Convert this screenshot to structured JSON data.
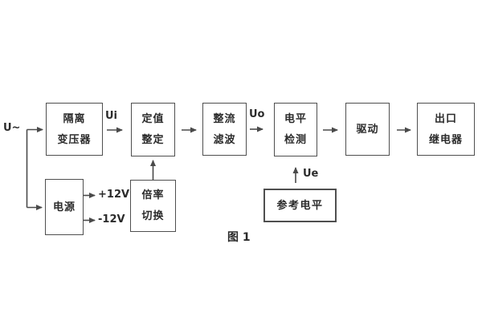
{
  "figure": {
    "caption": "图 1"
  },
  "labels": {
    "input": "U~",
    "ui": "Ui",
    "uo": "Uo",
    "ue": "Ue",
    "plus_12v": "+12V",
    "minus_12v": "-12V"
  },
  "blocks": {
    "isolation_transformer": {
      "line1": "隔离",
      "line2": "变压器"
    },
    "value_setting": {
      "line1": "定值",
      "line2": "整定"
    },
    "rectifier_filter": {
      "line1": "整流",
      "line2": "滤波"
    },
    "level_detection": {
      "line1": "电平",
      "line2": "检测"
    },
    "drive": {
      "label": "驱动"
    },
    "output_relay": {
      "line1": "出口",
      "line2": "继电器"
    },
    "power_supply": {
      "label": "电源"
    },
    "ratio_switch": {
      "line1": "倍率",
      "line2": "切换"
    },
    "reference_level": {
      "label": "参考电平"
    }
  },
  "colors": {
    "background": "#ffffff",
    "line": "#4a4a4a",
    "text": "#2b2b2b"
  }
}
